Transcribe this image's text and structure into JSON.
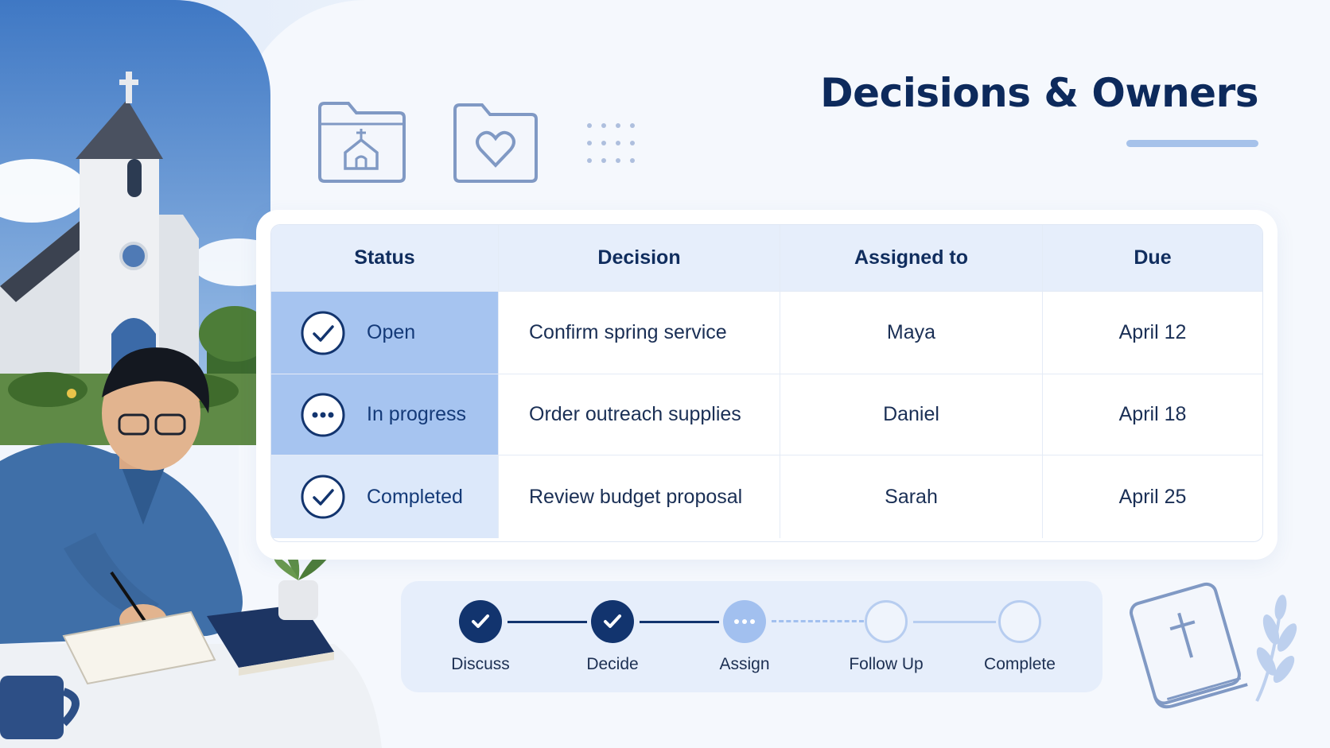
{
  "title": "Decisions & Owners",
  "icons": {
    "folder_church": "church-folder-icon",
    "folder_heart": "heart-folder-icon",
    "dots": "dot-grid-icon",
    "bible": "bible-icon",
    "leaf": "leaf-branch-icon"
  },
  "table": {
    "headers": [
      "Status",
      "Decision",
      "Assigned to",
      "Due"
    ],
    "rows": [
      {
        "status": "Open",
        "status_icon": "check-circle-icon",
        "decision": "Confirm spring service",
        "assigned_to": "Maya",
        "due": "April 12"
      },
      {
        "status": "In progress",
        "status_icon": "ellipsis-circle-icon",
        "decision": "Order outreach supplies",
        "assigned_to": "Daniel",
        "due": "April 18"
      },
      {
        "status": "Completed",
        "status_icon": "check-circle-icon",
        "decision": "Review budget proposal",
        "assigned_to": "Sarah",
        "due": "April 25"
      }
    ]
  },
  "stepper": {
    "steps": [
      {
        "label": "Discuss",
        "state": "done"
      },
      {
        "label": "Decide",
        "state": "done"
      },
      {
        "label": "Assign",
        "state": "current"
      },
      {
        "label": "Follow Up",
        "state": "todo"
      },
      {
        "label": "Complete",
        "state": "todo"
      }
    ]
  },
  "colors": {
    "navy": "#12346e",
    "accent_light": "#a6c4f0",
    "header_bg": "#e6eefb",
    "background": "#f1f5fc"
  }
}
